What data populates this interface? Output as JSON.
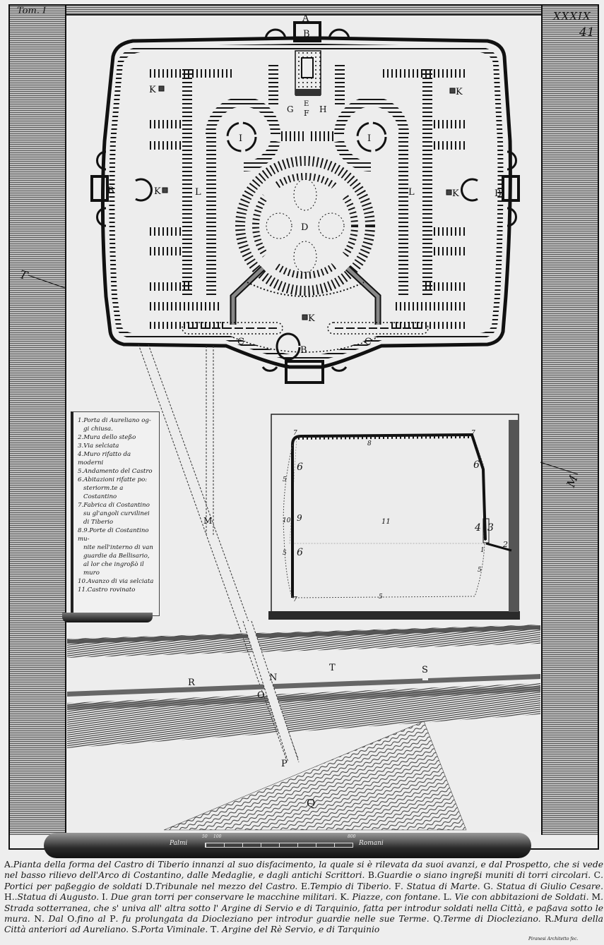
{
  "plate": {
    "volume": "Tom. I",
    "plate_roman": "XXXIX",
    "plate_arabic": "41",
    "signature": "Piranesi Architetto fec."
  },
  "plan_labels": {
    "A": "A",
    "B": "B",
    "C": "C",
    "D": "D",
    "E": "E",
    "F": "F",
    "G": "G",
    "H": "H",
    "I": "I",
    "K": "K",
    "L": "L",
    "M": "M",
    "N": "N",
    "O": "O",
    "P": "P",
    "Q": "Q",
    "R": "R",
    "S": "S",
    "T": "T"
  },
  "compass": {
    "left_marker": "T",
    "right_marker": "M"
  },
  "inset_map": {
    "labels": [
      "1",
      "2",
      "3",
      "4",
      "5",
      "6",
      "7",
      "8",
      "9",
      "10",
      "11"
    ],
    "center_label": "11"
  },
  "legend": {
    "items": [
      {
        "text": "1.Porta di Aureliano og-",
        "cont": "gi chiusa."
      },
      {
        "text": "2.Mura dello steßo"
      },
      {
        "text": "3.Via selciata"
      },
      {
        "text": "4.Muro rifatto da moderni"
      },
      {
        "text": "5.Andamento del Castro"
      },
      {
        "text": "6.Abitazioni rifatte po:",
        "cont": "steriorm.te a Costantino"
      },
      {
        "text": "7.Fabrica di Costantino",
        "cont": "su gl'angoli curvilinei di Tiberio"
      },
      {
        "text": "8.9.Porte di Costantino mu-",
        "cont": "nite nell'interno di van guardie da Bellisario, al lor che ingroßò il muro"
      },
      {
        "text": "10.Avanzo di via selciata"
      },
      {
        "text": "11.Castro rovinato"
      }
    ]
  },
  "scale": {
    "left_label": "Palmi",
    "right_label": "Romani",
    "ticks": [
      "50",
      "100",
      "800"
    ]
  },
  "caption": [
    {
      "key": "A",
      "text": ".Pianta della forma del Castro di Tiberio innanzi al suo disfacimento, la quale si è rilevata da suoi avanzi, e dal Prospetto, che si vede nel basso rilievo dell'Arco di Costantino, dalle Medaglie, e dagli antichi Scrittori."
    },
    {
      "key": "B",
      "text": ".Guardie o siano ingreßi muniti di torri circolari."
    },
    {
      "key": "C",
      "text": ". Portici per paßeggio de soldati"
    },
    {
      "key": "D",
      "text": ".Tribunale nel mezzo del Castro."
    },
    {
      "key": "E",
      "text": ".Tempio di Tiberio."
    },
    {
      "key": "F",
      "text": ". Statua di Marte."
    },
    {
      "key": "G",
      "text": ". Statua di Giulio Cesare."
    },
    {
      "key": "H",
      "text": "..Statua di Augusto."
    },
    {
      "key": "I",
      "text": ". Due gran torri per conservare le macchine militari."
    },
    {
      "key": "K",
      "text": ". Piazze, con fontane."
    },
    {
      "key": "L",
      "text": ". Vie con abbitazioni de Soldati."
    },
    {
      "key": "M",
      "text": ". Strada sotterranea, che s' univa all' altra sotto l' Argine di Servio e di Tarquinio, fatta per introdur soldati nella Città, e paßava sotto le mura."
    },
    {
      "key": "N",
      "text": ". Dal"
    },
    {
      "key": "O",
      "text": ".fino al"
    },
    {
      "key": "P",
      "text": ". fu prolungata da Diocleziano per introdur guardie nelle sue Terme."
    },
    {
      "key": "Q",
      "text": ".Terme di Diocleziano."
    },
    {
      "key": "R",
      "text": ".Mura della Città anteriori ad Aureliano."
    },
    {
      "key": "S",
      "text": ".Porta Viminale."
    },
    {
      "key": "T",
      "text": ". Argine del Rè Servio, e di Tarquinio"
    }
  ]
}
